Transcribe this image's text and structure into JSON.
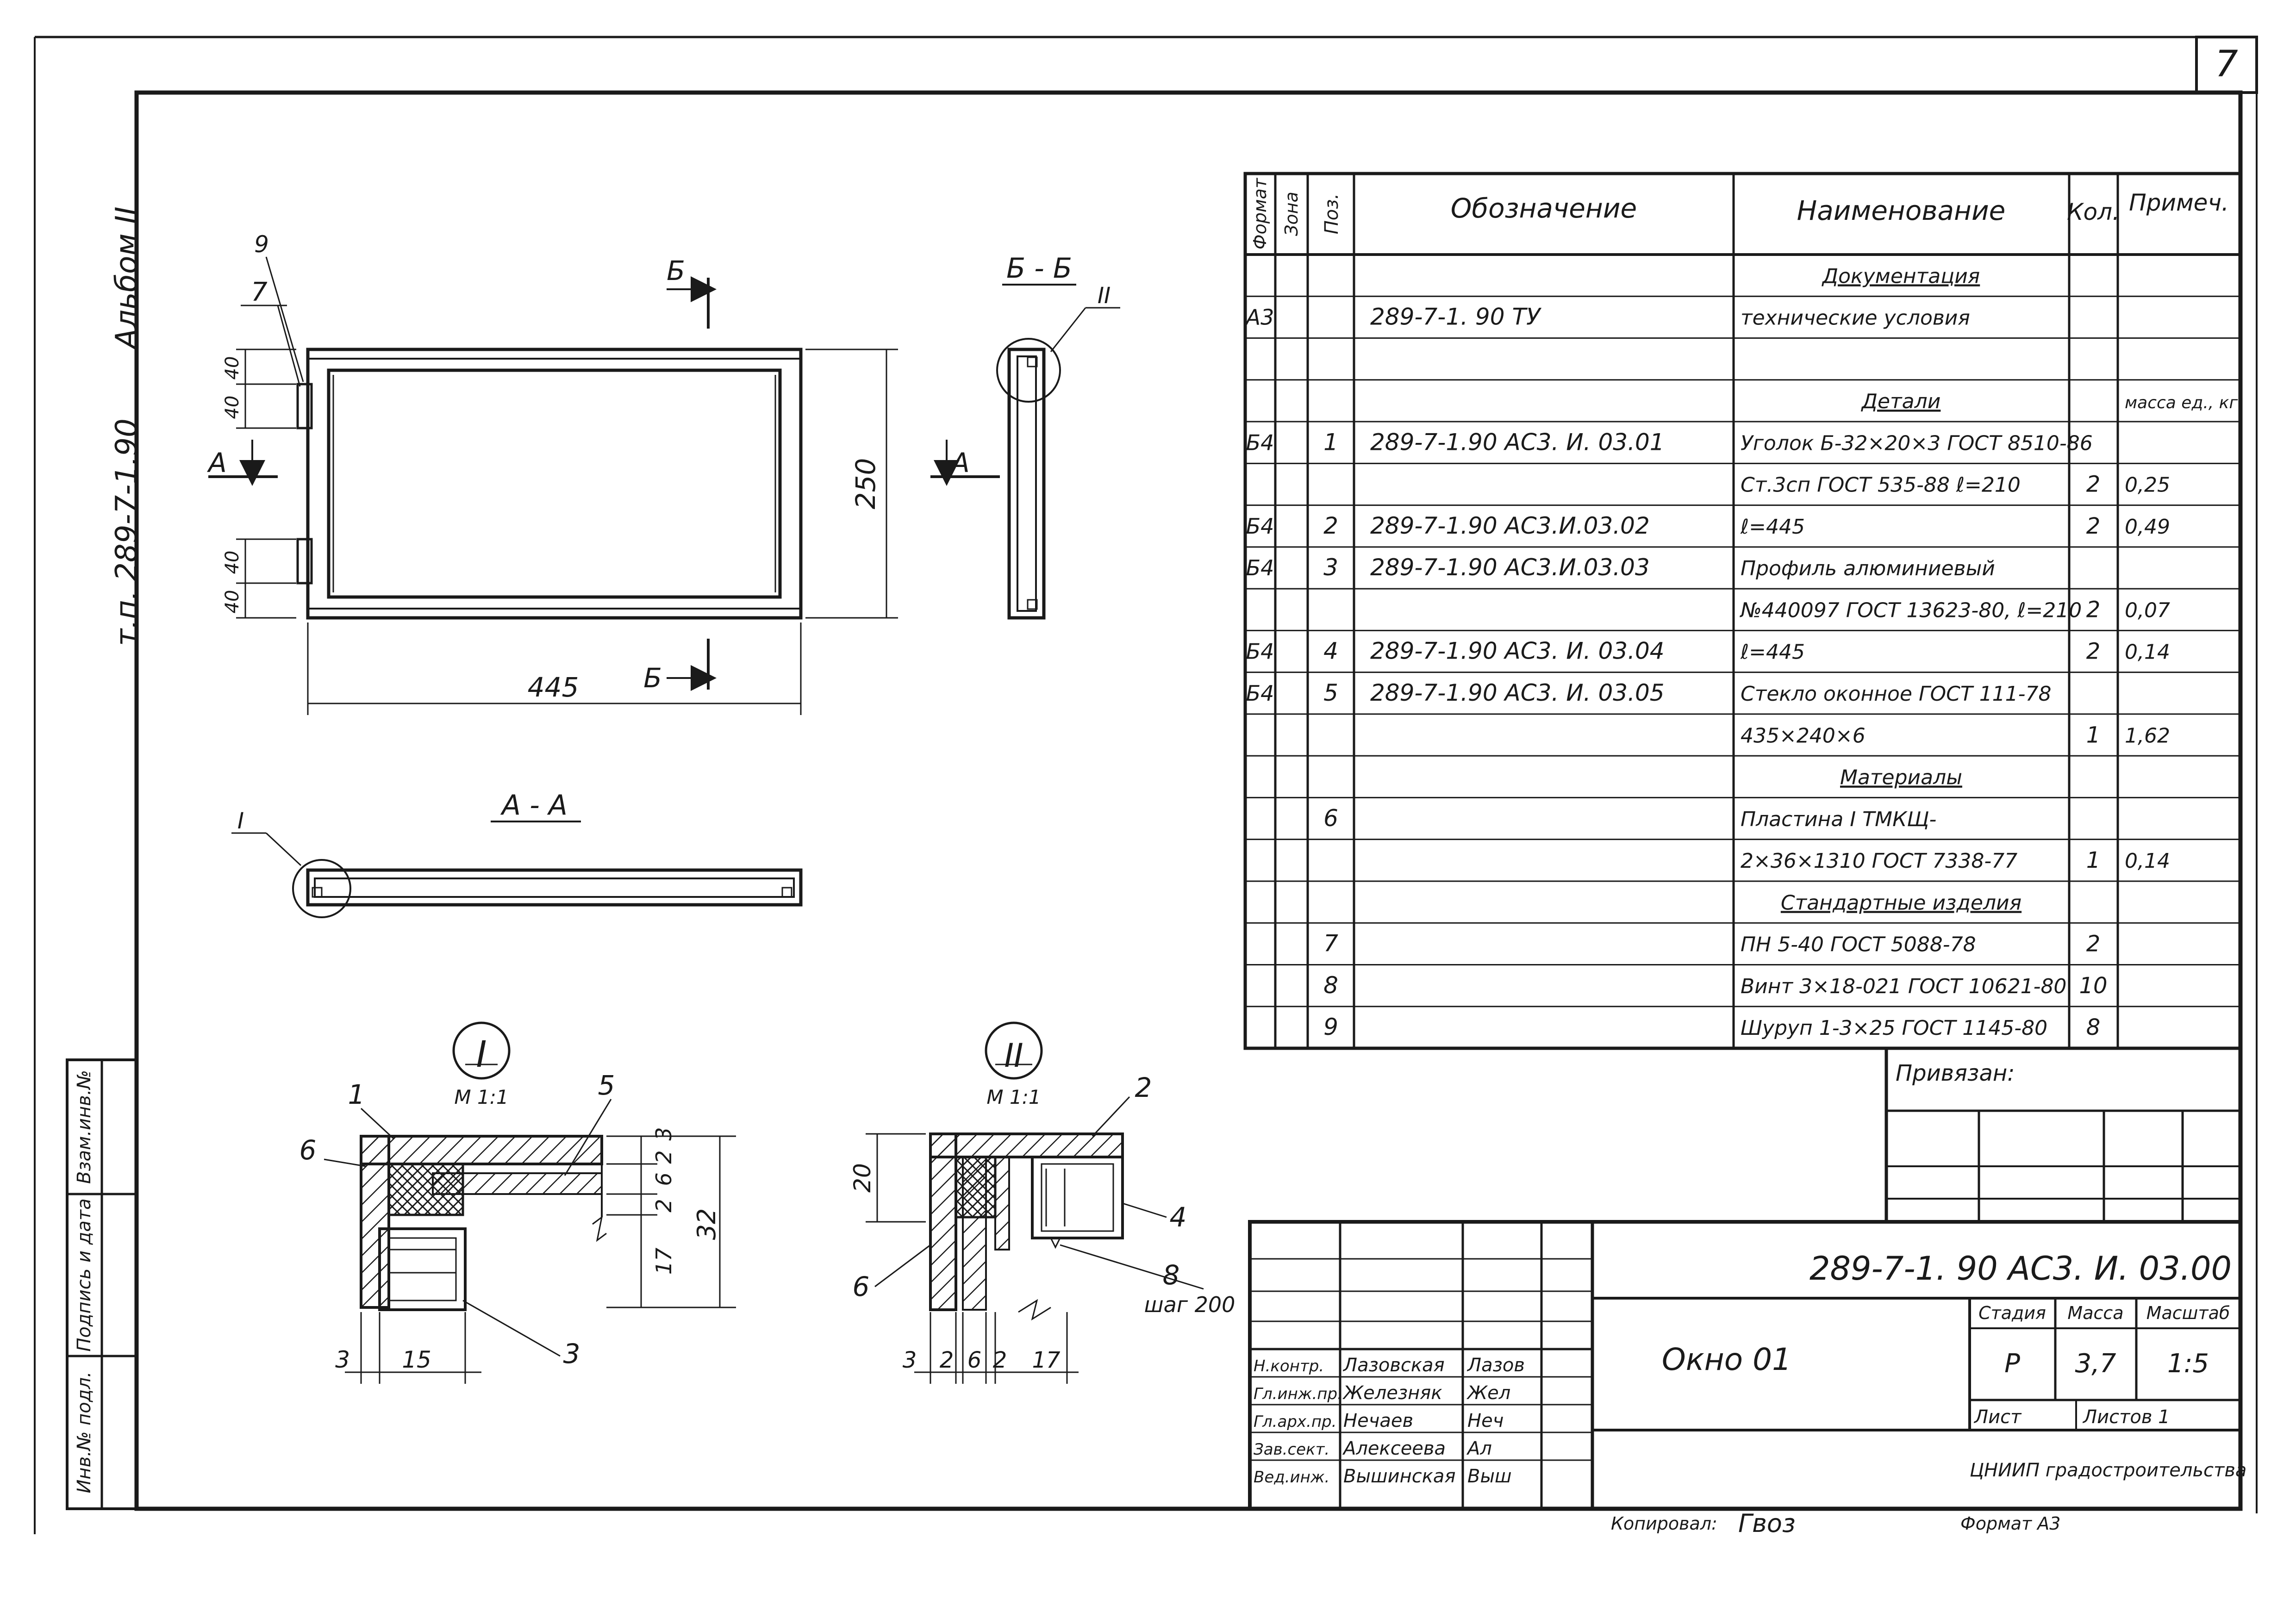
{
  "sheet_number": "7",
  "side_labels": {
    "album": "Альбом II",
    "project": "т.п. 289-7-1.90"
  },
  "stamp_column": [
    "Инв.№ подл.",
    "Подпись и дата",
    "Взам.инв.№"
  ],
  "drawing": {
    "dims": {
      "width": "445",
      "height": "250",
      "d40a": "40",
      "d40b": "40",
      "d40c": "40",
      "d40d": "40",
      "d20": "20",
      "d32": "32",
      "d17": "17",
      "d2": "2",
      "d6": "6",
      "d2b": "2",
      "d3": "3",
      "b3": "3",
      "b15": "15",
      "c3": "3",
      "c2": "2",
      "c6": "6",
      "c2b": "2",
      "c17": "17"
    },
    "section_a": "А",
    "section_a2": "А",
    "section_b": "Б",
    "section_b2": "Б",
    "section_aa": "А - А",
    "section_bb": "Б - Б",
    "node1": "I",
    "node1_ref": "I",
    "node2": "II",
    "node2_ref": "II",
    "scale1": "М 1:1",
    "scale2": "М 1:1",
    "pos": {
      "p1": "1",
      "p2": "2",
      "p3": "3",
      "p4": "4",
      "p5": "5",
      "p6a": "6",
      "p6b": "6",
      "p7": "7",
      "p8": "8",
      "p9": "9"
    },
    "step_note": "шаг 200"
  },
  "spec": {
    "headers": {
      "format": "Формат",
      "zone": "Зона",
      "pos": "Поз.",
      "designation": "Обозначение",
      "name": "Наименование",
      "qty": "Кол.",
      "note": "Примеч."
    },
    "rows": [
      {
        "format": "",
        "pos": "",
        "designation": "",
        "name": "Документация",
        "qty": "",
        "note": "",
        "section": true
      },
      {
        "format": "А3",
        "pos": "",
        "designation": "289-7-1. 90          ТУ",
        "name": "технические условия",
        "qty": "",
        "note": ""
      },
      {
        "format": "",
        "pos": "",
        "designation": "",
        "name": "",
        "qty": "",
        "note": ""
      },
      {
        "format": "",
        "pos": "",
        "designation": "",
        "name": "Детали",
        "qty": "",
        "note": "масса ед., кг",
        "section": true
      },
      {
        "format": "Б4",
        "pos": "1",
        "designation": "289-7-1.90  АС3. И. 03.01",
        "name": "Уголок  Б-32×20×3 ГОСТ 8510-86",
        "qty": "",
        "note": ""
      },
      {
        "format": "",
        "pos": "",
        "designation": "",
        "name": "Ст.3сп ГОСТ 535-88 ℓ=210",
        "qty": "2",
        "note": "0,25"
      },
      {
        "format": "Б4",
        "pos": "2",
        "designation": "289-7-1.90   АС3.И.03.02",
        "name": "ℓ=445",
        "qty": "2",
        "note": "0,49"
      },
      {
        "format": "Б4",
        "pos": "3",
        "designation": "289-7-1.90   АС3.И.03.03",
        "name": "Профиль алюминиевый",
        "qty": "",
        "note": ""
      },
      {
        "format": "",
        "pos": "",
        "designation": "",
        "name": "№440097 ГОСТ 13623-80, ℓ=210",
        "qty": "2",
        "note": "0,07"
      },
      {
        "format": "Б4",
        "pos": "4",
        "designation": "289-7-1.90   АС3. И. 03.04",
        "name": "ℓ=445",
        "qty": "2",
        "note": "0,14"
      },
      {
        "format": "Б4",
        "pos": "5",
        "designation": "289-7-1.90   АС3. И. 03.05",
        "name": "Стекло оконное ГОСТ 111-78",
        "qty": "",
        "note": ""
      },
      {
        "format": "",
        "pos": "",
        "designation": "",
        "name": "435×240×6",
        "qty": "1",
        "note": "1,62"
      },
      {
        "format": "",
        "pos": "",
        "designation": "",
        "name": "Материалы",
        "qty": "",
        "note": "",
        "section": true
      },
      {
        "format": "",
        "pos": "6",
        "designation": "",
        "name": "Пластина I  ТМКЩ-",
        "qty": "",
        "note": ""
      },
      {
        "format": "",
        "pos": "",
        "designation": "",
        "name": "2×36×1310  ГОСТ 7338-77",
        "qty": "1",
        "note": "0,14"
      },
      {
        "format": "",
        "pos": "",
        "designation": "",
        "name": "Стандартные изделия",
        "qty": "",
        "note": "",
        "section": true
      },
      {
        "format": "",
        "pos": "7",
        "designation": "",
        "name": "ПН 5-40   ГОСТ 5088-78",
        "qty": "2",
        "note": ""
      },
      {
        "format": "",
        "pos": "8",
        "designation": "",
        "name": "Винт 3×18-021 ГОСТ 10621-80",
        "qty": "10",
        "note": ""
      },
      {
        "format": "",
        "pos": "9",
        "designation": "",
        "name": "Шуруп 1-3×25 ГОСТ 1145-80",
        "qty": "8",
        "note": ""
      }
    ]
  },
  "privyazan": "Привязан:",
  "titleblock": {
    "code": "289-7-1. 90  АС3. И. 03.00",
    "title": "Окно  01",
    "stage_label": "Стадия",
    "mass_label": "Масса",
    "scale_label": "Масштаб",
    "stage": "Р",
    "mass": "3,7",
    "scale": "1:5",
    "sheet_label": "Лист",
    "sheets_label": "Листов 1",
    "org": "ЦНИИП градостроительства",
    "people": [
      {
        "role": "Н.контр.",
        "name": "Лазовская",
        "sign": "Лазов"
      },
      {
        "role": "Гл.инж.пр.",
        "name": "Железняк",
        "sign": "Жел"
      },
      {
        "role": "Гл.арх.пр.",
        "name": "Нечаев",
        "sign": "Неч"
      },
      {
        "role": "Зав.сект.",
        "name": "Алексеева",
        "sign": "Ал"
      },
      {
        "role": "Вед.инж.",
        "name": "Вышинская",
        "sign": "Выш"
      }
    ]
  },
  "copied_label": "Копировал:",
  "copied_sign": "Гвоз",
  "format_label": "Формат А3"
}
